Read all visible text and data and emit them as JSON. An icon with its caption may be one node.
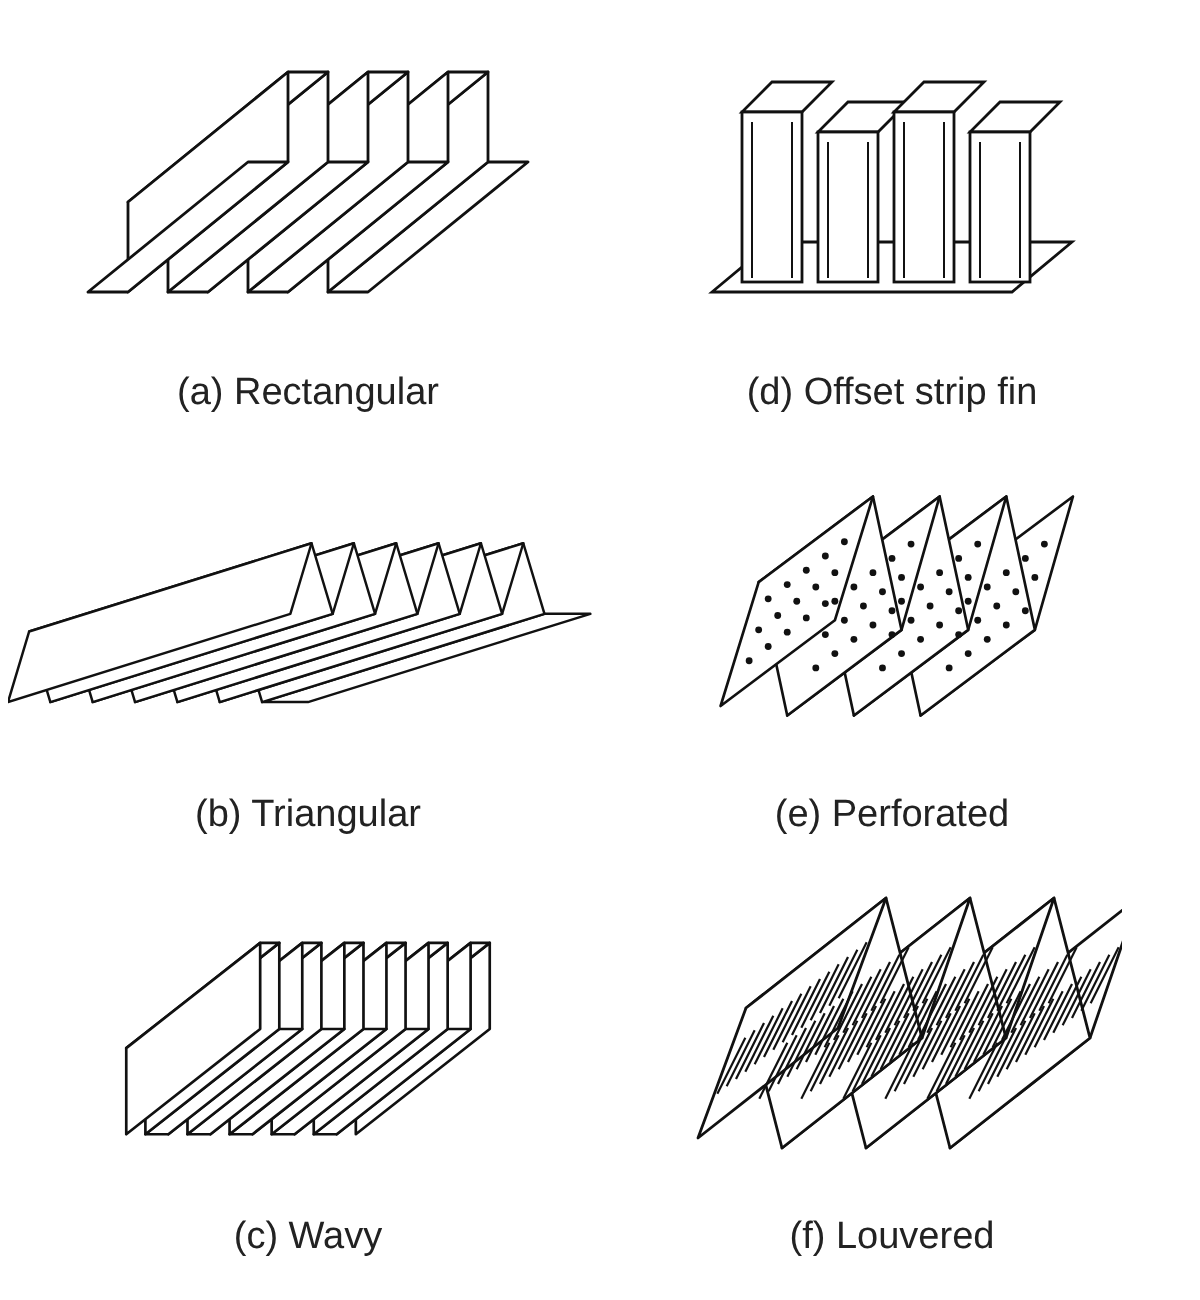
{
  "diagram": {
    "labels": [
      "(a) Rectangular",
      "(d) Offset strip fin",
      "(b) Triangular",
      "(e) Perforated",
      "(c) Wavy",
      "(f) Louvered"
    ]
  }
}
